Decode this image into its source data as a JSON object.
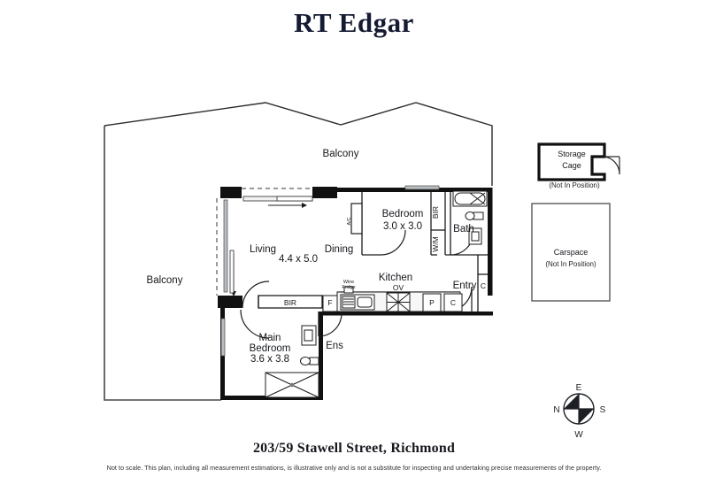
{
  "brand": {
    "name": "RT Edgar"
  },
  "footer": {
    "address": "203/59 Stawell Street, Richmond",
    "disclaimer": "Not to scale. This plan, including all measurement estimations, is illustrative only and is not a substitute for inspecting and undertaking precise measurements of the property."
  },
  "plan": {
    "rooms": [
      {
        "id": "balcony-top",
        "label": "Balcony",
        "dim": ""
      },
      {
        "id": "balcony-left",
        "label": "Balcony",
        "dim": ""
      },
      {
        "id": "living",
        "label": "Living",
        "dim": "4.4 x 5.0"
      },
      {
        "id": "dining",
        "label": "Dining",
        "dim": ""
      },
      {
        "id": "kitchen",
        "label": "Kitchen",
        "dim": ""
      },
      {
        "id": "bedroom-2",
        "label": "Bedroom",
        "dim": "3.0 x 3.0"
      },
      {
        "id": "main-bedroom",
        "label": "Main Bedroom",
        "dim": "3.6 x 3.8"
      },
      {
        "id": "bath",
        "label": "Bath",
        "dim": ""
      },
      {
        "id": "ensuite",
        "label": "Ens",
        "dim": ""
      },
      {
        "id": "entry",
        "label": "Entry",
        "dim": ""
      }
    ],
    "labels": {
      "balcony_top": "Balcony",
      "balcony_left": "Balcony",
      "living": "Living",
      "living_dim": "4.4 x 5.0",
      "dining": "Dining",
      "kitchen": "Kitchen",
      "bedroom2": "Bedroom",
      "bedroom2_dim": "3.0 x 3.0",
      "main_bedroom_line1": "Main",
      "main_bedroom_line2": "Bedroom",
      "main_bedroom_dim": "3.6 x 3.8",
      "bath": "Bath",
      "ensuite": "Ens",
      "entry": "Entry"
    },
    "fixtures": {
      "ac": "A/C",
      "bir_bedroom2": "BIR",
      "bir_main": "BIR",
      "wm": "W/M",
      "fridge": "F",
      "wine_fridge_line1": "Wine",
      "wine_fridge_line2": "Fridge",
      "oven": "OV",
      "pantry": "P",
      "cupboard_kitchen": "C",
      "cupboard_entry": "C"
    },
    "annexes": [
      {
        "id": "storage-cage",
        "line1": "Storage",
        "line2": "Cage",
        "note": "(Not In Position)"
      },
      {
        "id": "carspace",
        "line1": "Carspace",
        "line2": "",
        "note": "(Not In Position)"
      }
    ],
    "storage_cage": {
      "line1": "Storage",
      "line2": "Cage",
      "note": "(Not In Position)"
    },
    "carspace": {
      "line1": "Carspace",
      "note": "(Not In Position)"
    },
    "compass": {
      "top": "E",
      "right": "S",
      "bottom": "W",
      "left": "N"
    },
    "colors": {
      "wall_solid": "#111111",
      "wall_thin": "#333333",
      "window": "#b9bcc0",
      "brand": "#141b33",
      "text": "#15171b"
    }
  }
}
